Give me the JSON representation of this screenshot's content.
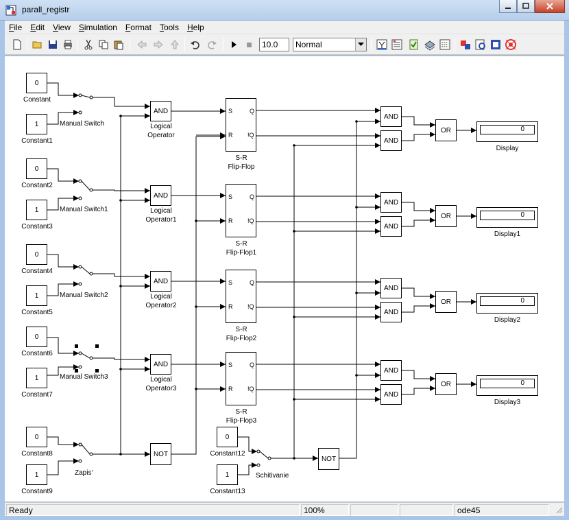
{
  "window": {
    "title": "parall_registr",
    "minimize_icon": "minimize-icon",
    "maximize_icon": "maximize-icon",
    "close_icon": "close-icon"
  },
  "menu": [
    {
      "key": "F",
      "rest": "ile"
    },
    {
      "key": "E",
      "rest": "dit"
    },
    {
      "key": "V",
      "rest": "iew"
    },
    {
      "key": "S",
      "rest": "imulation"
    },
    {
      "key": "F",
      "rest": "ormat"
    },
    {
      "key": "T",
      "rest": "ools"
    },
    {
      "key": "H",
      "rest": "elp"
    }
  ],
  "toolbar": {
    "icons": [
      "new-model-icon",
      "open-icon",
      "save-icon",
      "print-icon",
      "cut-icon",
      "copy-icon",
      "paste-icon",
      "back-icon",
      "forward-icon",
      "up-icon",
      "undo-icon",
      "redo-icon",
      "start-simulation-icon",
      "stop-simulation-icon",
      "build-icon",
      "library-browser-icon",
      "model-advisor-icon",
      "debug-icon",
      "explorer-icon",
      "model-browser-icon",
      "library-icon",
      "profile-icon",
      "target-icon"
    ],
    "stop_time": "10.0",
    "sim_mode": "Normal"
  },
  "status": {
    "state": "Ready",
    "zoom": "100%",
    "solver": "ode45"
  },
  "blocks": {
    "constants": [
      {
        "value": "0",
        "label": "Constant"
      },
      {
        "value": "1",
        "label": "Constant1"
      },
      {
        "value": "0",
        "label": "Constant2"
      },
      {
        "value": "1",
        "label": "Constant3"
      },
      {
        "value": "0",
        "label": "Constant4"
      },
      {
        "value": "1",
        "label": "Constant5"
      },
      {
        "value": "0",
        "label": "Constant6"
      },
      {
        "value": "1",
        "label": "Constant7"
      },
      {
        "value": "0",
        "label": "Constant8"
      },
      {
        "value": "1",
        "label": "Constant9"
      },
      {
        "value": "0",
        "label": "Constant12"
      },
      {
        "value": "1",
        "label": "Constant13"
      }
    ],
    "switches": [
      "Manual Switch",
      "Manual Switch1",
      "Manual Switch2",
      "Manual Switch3",
      "Zapis'",
      "Schitivanie"
    ],
    "logical_ops": [
      {
        "op": "AND",
        "label1": "Logical",
        "label2": "Operator"
      },
      {
        "op": "AND",
        "label1": "Logical",
        "label2": "Operator1"
      },
      {
        "op": "AND",
        "label1": "Logical",
        "label2": "Operator2"
      },
      {
        "op": "AND",
        "label1": "Logical",
        "label2": "Operator3"
      }
    ],
    "not_label": "NOT",
    "flipflops": [
      {
        "label1": "S-R",
        "label2": "Flip-Flop"
      },
      {
        "label1": "S-R",
        "label2": "Flip-Flop1"
      },
      {
        "label1": "S-R",
        "label2": "Flip-Flop2"
      },
      {
        "label1": "S-R",
        "label2": "Flip-Flop3"
      }
    ],
    "ff_ports": {
      "s": "S",
      "r": "R",
      "q": "Q",
      "nq": "!Q"
    },
    "and_label": "AND",
    "or_label": "OR",
    "displays": [
      {
        "value": "0",
        "label": "Display"
      },
      {
        "value": "0",
        "label": "Display1"
      },
      {
        "value": "0",
        "label": "Display2"
      },
      {
        "value": "0",
        "label": "Display3"
      }
    ]
  }
}
